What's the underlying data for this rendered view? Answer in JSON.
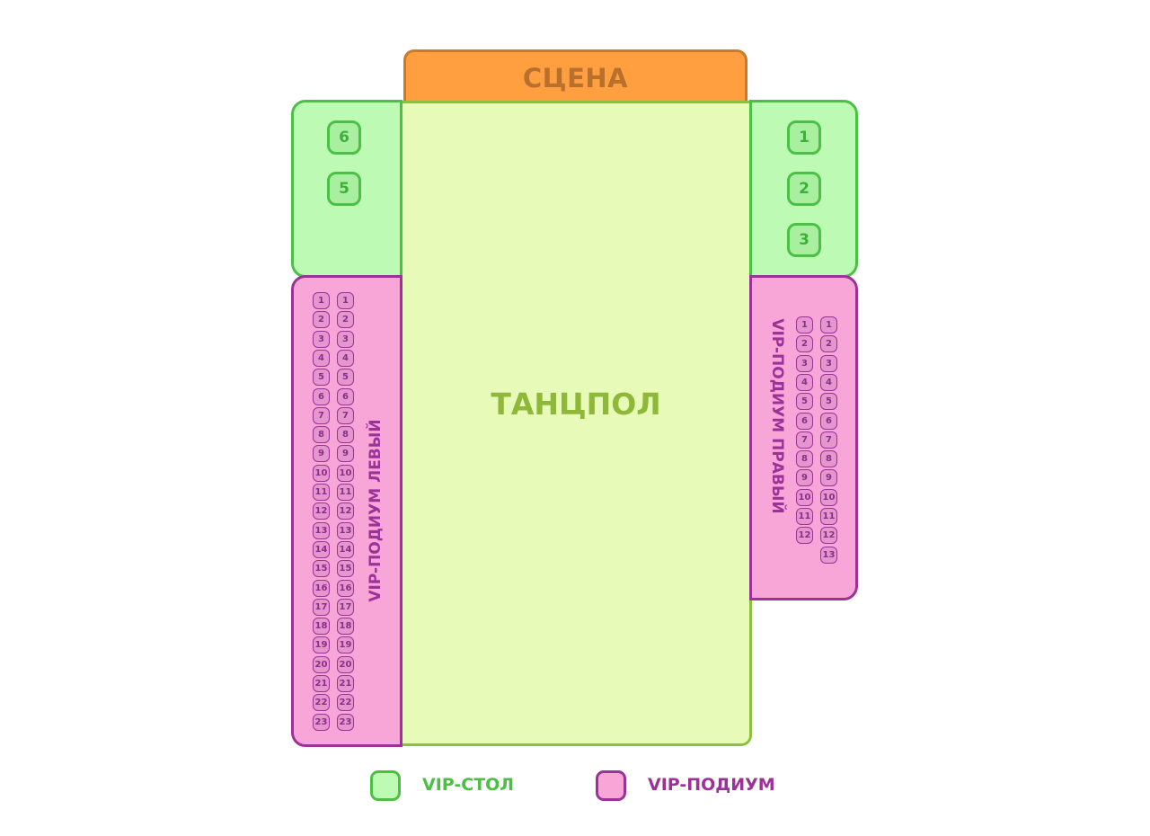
{
  "stage": {
    "label": "СЦЕНА"
  },
  "dance_floor": {
    "label": "ТАНЦПОЛ"
  },
  "vip_tables_left": {
    "tables": [
      "6",
      "5"
    ]
  },
  "vip_tables_right": {
    "tables": [
      "1",
      "2",
      "3"
    ]
  },
  "podium_left": {
    "label": "VIP-ПОДИУМ ЛЕВЫЙ",
    "columns": [
      23,
      23
    ]
  },
  "podium_right": {
    "label": "VIP-ПОДИУМ ПРАВЫЙ",
    "columns": [
      12,
      13
    ]
  },
  "legend": {
    "table_label": "VIP-СТОЛ",
    "podium_label": "VIP-ПОДИУМ"
  },
  "colors": {
    "stage": "#FF9F40",
    "floor": "#E8FAB8",
    "table": "#BDFBB5",
    "podium": "#F8A6D8"
  }
}
